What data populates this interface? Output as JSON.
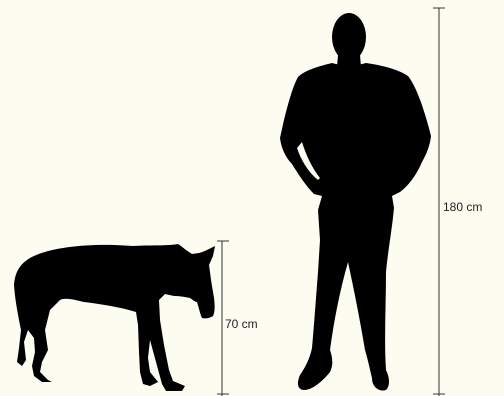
{
  "colors": {
    "background": "#fdfcf1",
    "silhouette": "#000000",
    "scale_line": "#333333",
    "label_text": "#222222"
  },
  "figures": {
    "wolf": {
      "icon": "wolf-silhouette-icon",
      "height_label": "70 cm",
      "height_cm": 70
    },
    "human": {
      "icon": "human-silhouette-icon",
      "height_label": "180 cm",
      "height_cm": 180
    }
  }
}
